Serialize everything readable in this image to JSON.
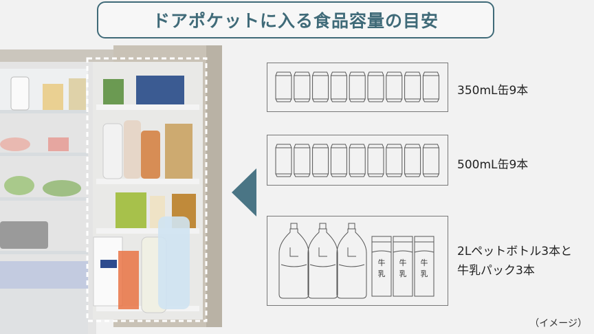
{
  "title": "ドアポケットに入る食品容量の目安",
  "items": [
    {
      "label": "350mL缶9本",
      "icon": "can-icon",
      "count": 9
    },
    {
      "label": "500mL缶9本",
      "icon": "can-icon",
      "count": 9
    },
    {
      "label_lines": [
        "2Lペットボトル3本と",
        "牛乳パック3本"
      ],
      "bottles": 3,
      "cartons": 3,
      "carton_text": [
        "牛",
        "乳"
      ]
    }
  ],
  "note": "（イメージ）",
  "colors": {
    "accent": "#3f6a78",
    "arrow": "#4a7585",
    "background": "#f2f2f2"
  }
}
